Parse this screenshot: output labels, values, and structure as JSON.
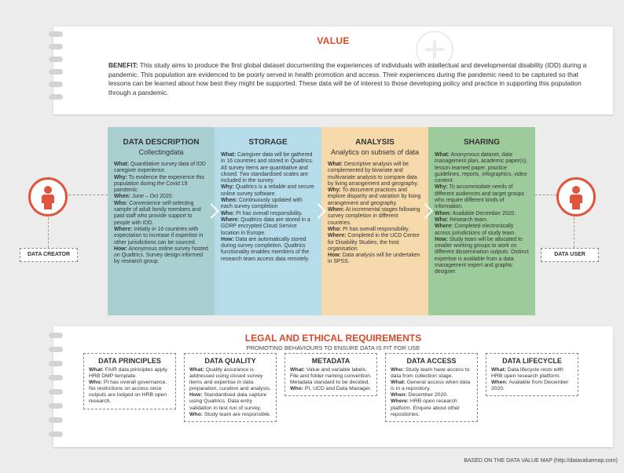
{
  "value": {
    "title": "VALUE",
    "benefit_label": "BENEFIT:",
    "benefit_text": " This study aims to produce the first global dataset documenting the experiences of individuals with intellectual and developmental disability (IDD) during a pandemic. This population are evidenced to be poorly served in health promotion and access. Their experiences during the pandemic need to be captured so that lessons can be learned about how best they might be supported. These data will be of interest to those developing policy and practice in supporting this population through a pandemic."
  },
  "roles": {
    "creator": "DATA CREATOR",
    "user": "DATA USER"
  },
  "columns": [
    {
      "title": "DATA DESCRIPTION",
      "subtitle": "Collectingdata",
      "color": "#a9cfd1",
      "items": [
        {
          "label": "What:",
          "text": " Quantitative survey data of IDD caregiver experience."
        },
        {
          "label": "Why:",
          "text": " To evidence the experience this population during the Covid 19 pandemic"
        },
        {
          "label": "When:",
          "text": " June – Oct 2020."
        },
        {
          "label": "Who:",
          "text": " Convenience self-selecting sample of adult family members and paid staff who provide support to people with IDD."
        },
        {
          "label": "Where:",
          "text": " Initially in 16 countries with expectation to increase if expertise in other jurisdictions can be sourced."
        },
        {
          "label": "How:",
          "text": " Anonymous online survey hosted on Qualtrics. Survey design informed by research group."
        }
      ]
    },
    {
      "title": "STORAGE",
      "subtitle": "",
      "color": "#b6dcea",
      "items": [
        {
          "label": "What:",
          "text": " Caregiver data will be gathered in 16 countries and stored in Qualtrics. All survey items are quantitative and closed. Two standardised scales are included in the survey."
        },
        {
          "label": "Why:",
          "text": " Qualtrics is a reliable and secure online survey software."
        },
        {
          "label": "When:",
          "text": " Continuously updated with each survey completion"
        },
        {
          "label": "Who:",
          "text": " PI has overall responsibility."
        },
        {
          "label": "Where:",
          "text": " Qualtrics data are stored in a GDRP encrypted Cloud Service location in Europe."
        },
        {
          "label": "How:",
          "text": " Data are automatically stored during survey completion. Qualtrics functionality enables members of the research team access data remotely."
        }
      ]
    },
    {
      "title": "ANALYSIS",
      "subtitle": "Analytics on subsets of data",
      "color": "#f6d9ab",
      "items": [
        {
          "label": "What:",
          "text": " Descriptive analysis will be complemented by bivariate and multivariate analysis to compare data by living arrangement and geography."
        },
        {
          "label": "Why:",
          "text": " To document practices and explore disparity and variation by living arrangement and geography."
        },
        {
          "label": "When:",
          "text": " At incremental stages following survey completion in different countries."
        },
        {
          "label": "Who:",
          "text": " PI has overall responsibility."
        },
        {
          "label": "Where:",
          "text": " Completed in the UCD Centre for Disability Studies, the host organisation."
        },
        {
          "label": "How:",
          "text": " Data analysis will be undertaken in SPSS."
        }
      ]
    },
    {
      "title": "SHARING",
      "subtitle": "",
      "color": "#9ecb9c",
      "items": [
        {
          "label": "What:",
          "text": " Anonymous dataset, data management plan, academic paper(s), lesson learned paper, practice guidelines, reports, infographics, video content."
        },
        {
          "label": "Why:",
          "text": " To accommodate needs of different audiences and target groups who require different kinds of information."
        },
        {
          "label": "When:",
          "text": " Available December 2020."
        },
        {
          "label": "Who:",
          "text": " Research team."
        },
        {
          "label": "Where:",
          "text": " Completed electronically across jurisdictions of study team."
        },
        {
          "label": "How:",
          "text": " Study team will be allocated to smaller working groups to work on different dissemination outputs. Distinct expertise is available from a data management expert and graphic designer."
        }
      ]
    }
  ],
  "legal": {
    "title": "LEGAL AND ETHICAL REQUIREMENTS",
    "subtitle": "PROMOTING BEHAVIOURS TO ENSURE DATA IS FIT FOR USE",
    "boxes": [
      {
        "title": "DATA PRINCIPLES",
        "items": [
          {
            "label": "What:",
            "text": " FAIR data principles apply. HRB DMP template."
          },
          {
            "label": "Who:",
            "text": " PI has overall governance. No restrictions on access once outputs are lodged on HRB open research."
          }
        ]
      },
      {
        "title": "DATA QUALITY",
        "items": [
          {
            "label": "What:",
            "text": " Quality assurance is addressed using closed survey items and expertise in data preparation, curation and analysis."
          },
          {
            "label": "How:",
            "text": " Standardised data capture using Qualtrics. Data entry validation in test run of survey."
          },
          {
            "label": "Who:",
            "text": " Study team are responsible."
          }
        ]
      },
      {
        "title": "METADATA",
        "items": [
          {
            "label": "What:",
            "text": " Value and variable labels. File and folder naming convention. Metadata standard to be decided."
          },
          {
            "label": "Who:",
            "text": " PI, UCD and Data Manager."
          }
        ]
      },
      {
        "title": "DATA ACCESS",
        "items": [
          {
            "label": "Who:",
            "text": " Study team have access to data from collection stage."
          },
          {
            "label": "What:",
            "text": " General access when data is in a repository."
          },
          {
            "label": "When:",
            "text": " December 2020."
          },
          {
            "label": "Where:",
            "text": " HRB open research platform. Enquire about other repositories."
          }
        ]
      },
      {
        "title": "DATA LIFECYCLE",
        "items": [
          {
            "label": "What:",
            "text": " Data lifecycle rests with HRB open research platform."
          },
          {
            "label": "When:",
            "text": " Available from December 2020."
          }
        ]
      }
    ]
  },
  "footer": "BASED ON THE DATA VALUE MAP (http://datavaluemap.com)"
}
